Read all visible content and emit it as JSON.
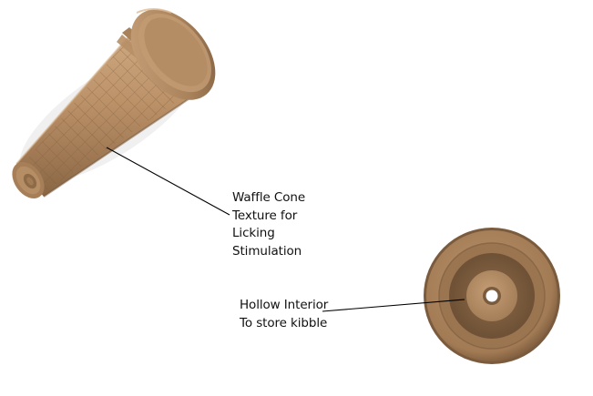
{
  "annotations": {
    "waffle_texture": {
      "lines": [
        "Waffle Cone",
        "Texture for",
        "Licking",
        "Stimulation"
      ]
    },
    "hollow_interior": {
      "lines": [
        "Hollow Interior",
        "To store kibble"
      ]
    }
  },
  "colors": {
    "cone_light": "#C8A27A",
    "cone_mid": "#B48C63",
    "cone_dark": "#8F6B47",
    "cone_deep": "#6E5136",
    "leader_line": "#000000",
    "text": "#111111"
  }
}
